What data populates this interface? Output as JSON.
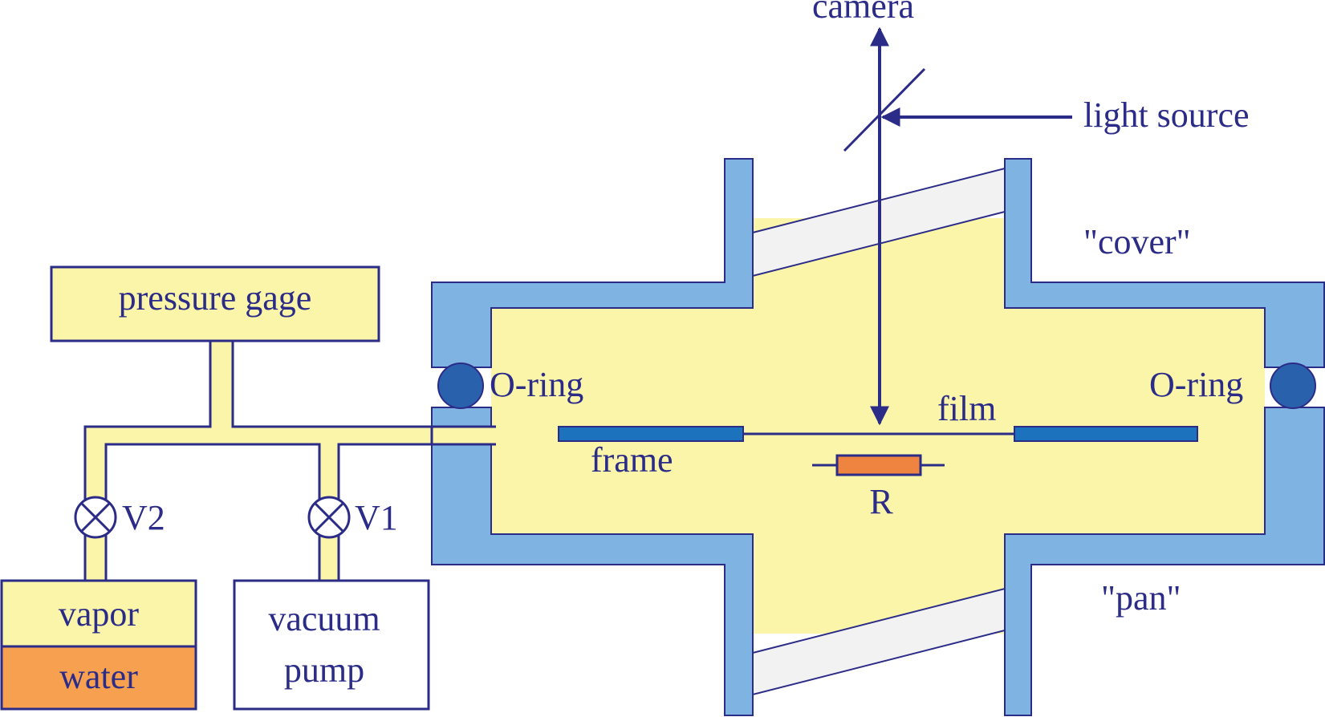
{
  "labels": {
    "camera": "camera",
    "light_source": "light source",
    "cover": "\"cover\"",
    "pan": "\"pan\"",
    "pressure_gage": "pressure gage",
    "o_ring_left": "O-ring",
    "o_ring_right": "O-ring",
    "film": "film",
    "frame": "frame",
    "resistor": "R",
    "valve_v2": "V2",
    "valve_v1": "V1",
    "vapor": "vapor",
    "water": "water",
    "vacuum_pump_line1": "vacuum",
    "vacuum_pump_line2": "pump"
  },
  "colors": {
    "outline": "#2b2b88",
    "chamber_fill": "#fbf5a9",
    "wall_fill": "#7fb3e2",
    "o_ring_fill": "#2a61ad",
    "frame_fill": "#1c72bd",
    "window_fill": "#f2f2f2",
    "water_fill": "#f7a150",
    "resistor_fill": "#ef8440",
    "label_text": "#2b2b88"
  }
}
